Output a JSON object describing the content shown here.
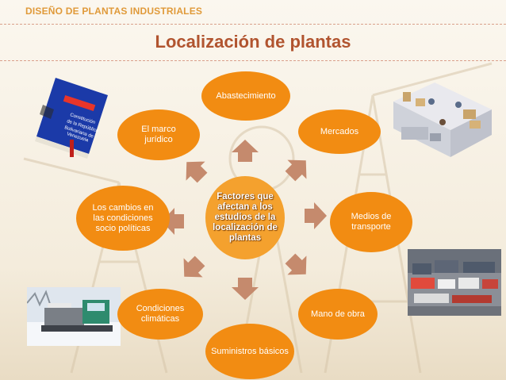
{
  "header": {
    "section_title": "DISEÑO DE PLANTAS INDUSTRIALES"
  },
  "slide": {
    "title": "Localización de plantas"
  },
  "diagram": {
    "center_label": "Factores que afectan a los estudios de la localización de plantas",
    "factors": [
      "Abastecimiento",
      "Mercados",
      "Medios de transporte",
      "Mano de obra",
      "Suministros básicos",
      "Condiciones climáticas",
      "Los cambios en las condiciones socio políticas",
      "El marco jurídico"
    ]
  },
  "colors": {
    "node": "#f28c12",
    "center": "#f4a12e",
    "arrow": "#c58a6d",
    "title": "#b1542f",
    "header": "#e09a3a"
  },
  "images": [
    {
      "name": "book-illustration",
      "caption": "Constitución de la República Bolivariana de Venezuela"
    },
    {
      "name": "warehouse-illustration"
    },
    {
      "name": "truck-yard-photo"
    },
    {
      "name": "snow-vehicle-photo"
    }
  ]
}
